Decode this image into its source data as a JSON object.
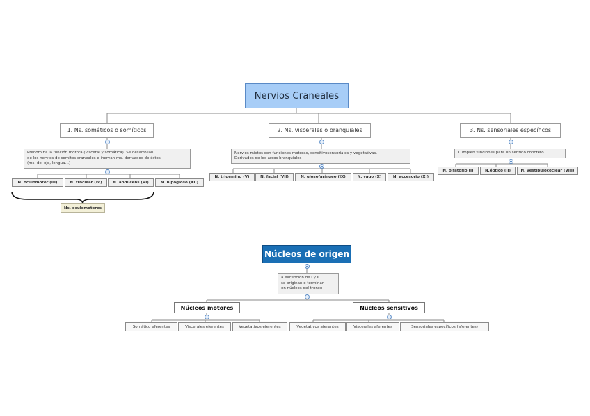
{
  "map1": {
    "root": "Nervios Craneales",
    "branches": [
      {
        "title": "1. Ns. somáticos o somíticos",
        "note": [
          "Predomina la función motora (visceral y somática). Se desarrollan",
          "de los nervios de somitos craneales e inervan ms. derivados de éstos",
          "(ms. del ojo, lengua…)"
        ],
        "leaves": [
          "N. oculomotor (III)",
          "N. troclear (IV)",
          "N. abducens (VI)",
          "N. hipogloso (XII)"
        ],
        "brace_label": "Ns. oculomotores"
      },
      {
        "title": "2. Ns. viscerales o branquiales",
        "note": [
          "Nervios mixtos con funciones motoras, sensitivosensoriales y vegetativas.",
          "Derivados de los arcos branquiales"
        ],
        "leaves": [
          "N. trigémino (V)",
          "N. facial (VII)",
          "N. glosofaríngeo (IX)",
          "N. vago (X)",
          "N. accesorio (XI)"
        ]
      },
      {
        "title": "3. Ns. sensoriales específicos",
        "note": [
          "Cumplen funciones para un sentido concreto"
        ],
        "leaves": [
          "N. olfatorio (I)",
          "N.óptico (II)",
          "N. vestibulococlear (VIII)"
        ]
      }
    ]
  },
  "map2": {
    "root": "Núcleos de origen",
    "note": [
      "a excepción de I y II",
      "se originan o terminan",
      "en núcleos del tronco"
    ],
    "branches": [
      {
        "title": "Núcleos motores",
        "leaves": [
          "Somático eferentes",
          "Viscerales eferentes",
          "Vegetativos eferentes"
        ]
      },
      {
        "title": "Núcleos sensitivos",
        "leaves": [
          "Vegetativos aferentes",
          "Viscerales aferentes",
          "Sensoriales específicos (aferentes)"
        ]
      }
    ]
  },
  "colors": {
    "root_blue": "#a7cdf7",
    "root_dark": "#1a6fb5",
    "connector": "#8a8a8a",
    "note_bg": "#f0f0f0",
    "label_yellow": "#f3f0d8"
  }
}
